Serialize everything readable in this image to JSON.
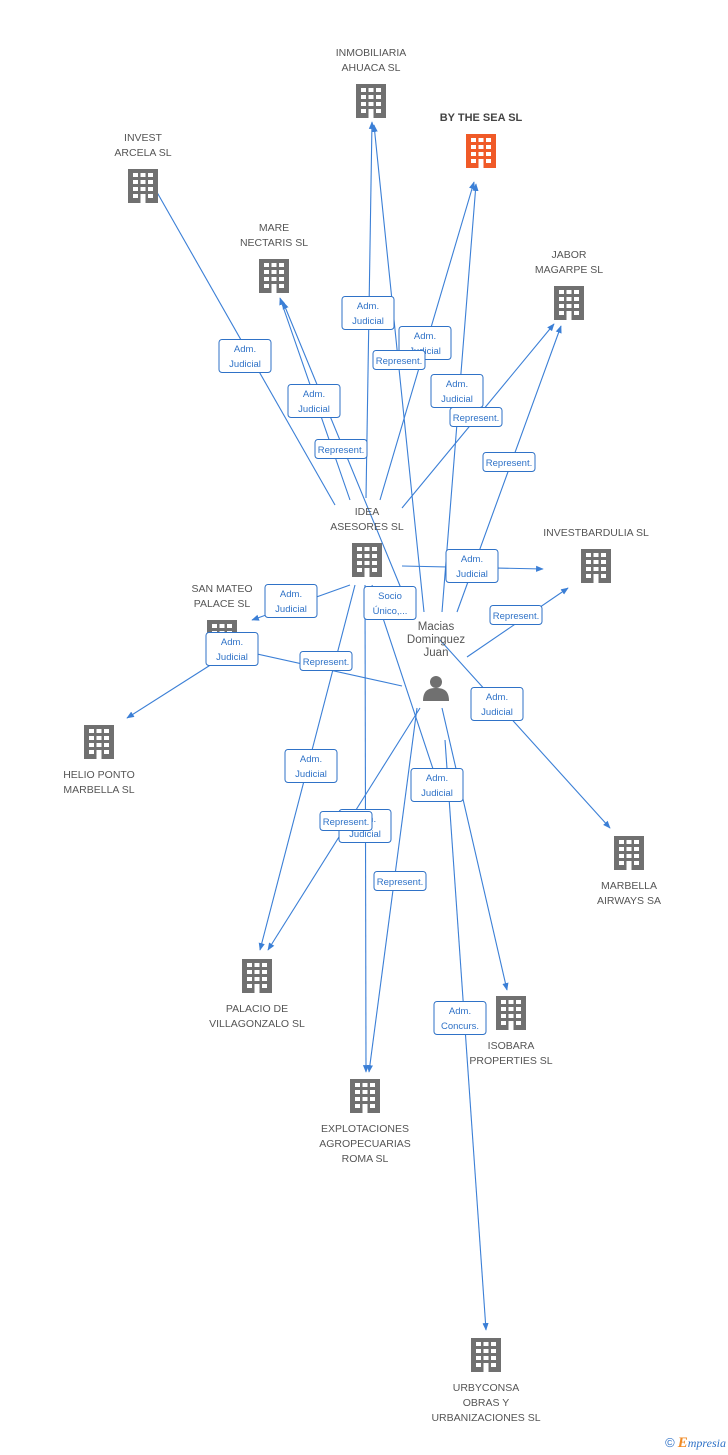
{
  "colors": {
    "edge": "#3b7fd6",
    "company": "#707070",
    "focus": "#f05a28",
    "person": "#707070"
  },
  "nodes": [
    {
      "id": "inmobiliaria",
      "label": [
        "INMOBILIARIA",
        "AHUACA SL"
      ],
      "icon": "building-icon"
    },
    {
      "id": "bythesea",
      "label": [
        "BY THE SEA SL"
      ],
      "icon": "building-icon",
      "focus": true
    },
    {
      "id": "invest",
      "label": [
        "INVEST",
        "ARCELA SL"
      ],
      "icon": "building-icon"
    },
    {
      "id": "mare",
      "label": [
        "MARE",
        "NECTARIS SL"
      ],
      "icon": "building-icon"
    },
    {
      "id": "jabor",
      "label": [
        "JABOR",
        "MAGARPE SL"
      ],
      "icon": "building-icon"
    },
    {
      "id": "idea",
      "label": [
        "IDEA",
        "ASESORES SL"
      ],
      "icon": "building-icon"
    },
    {
      "id": "investbardulia",
      "label": [
        "INVESTBARDULIA SL"
      ],
      "icon": "building-icon"
    },
    {
      "id": "sanmateo",
      "label": [
        "SAN MATEO",
        "PALACE SL"
      ],
      "icon": "building-icon"
    },
    {
      "id": "helio",
      "label": [
        "HELIO PONTO",
        "MARBELLA SL"
      ],
      "icon": "building-icon"
    },
    {
      "id": "marbella",
      "label": [
        "MARBELLA",
        "AIRWAYS SA"
      ],
      "icon": "building-icon"
    },
    {
      "id": "palacio",
      "label": [
        "PALACIO DE",
        "VILLAGONZALO SL"
      ],
      "icon": "building-icon"
    },
    {
      "id": "isobara",
      "label": [
        "ISOBARA",
        "PROPERTIES SL"
      ],
      "icon": "building-icon"
    },
    {
      "id": "explotaciones",
      "label": [
        "EXPLOTACIONES",
        "AGROPECUARIAS",
        "ROMA SL"
      ],
      "icon": "building-icon"
    },
    {
      "id": "urbyconsa",
      "label": [
        "URBYCONSA",
        "OBRAS Y",
        "URBANIZACIONES SL"
      ],
      "icon": "building-icon"
    }
  ],
  "person": {
    "id": "macias",
    "label": [
      "Macias",
      "Dominguez",
      "Juan"
    ],
    "icon": "person-icon"
  },
  "relations": [
    {
      "lines": [
        "Adm.",
        "Judicial"
      ]
    },
    {
      "lines": [
        "Represent."
      ]
    },
    {
      "lines": [
        "Adm.",
        "Judicial"
      ]
    },
    {
      "lines": [
        "Adm.",
        "Judicial"
      ]
    },
    {
      "lines": [
        "Represent."
      ]
    },
    {
      "lines": [
        "Adm.",
        "Judicial"
      ]
    },
    {
      "lines": [
        "Adm.",
        "Judicial"
      ]
    },
    {
      "lines": [
        "Represent."
      ]
    },
    {
      "lines": [
        "Represent."
      ]
    },
    {
      "lines": [
        "Adm.",
        "Judicial"
      ]
    },
    {
      "lines": [
        "Adm.",
        "Judicial"
      ]
    },
    {
      "lines": [
        "Socio",
        "Único,..."
      ]
    },
    {
      "lines": [
        "Represent."
      ]
    },
    {
      "lines": [
        "Adm.",
        "Judicial"
      ]
    },
    {
      "lines": [
        "Represent."
      ]
    },
    {
      "lines": [
        "Adm.",
        "Judicial"
      ]
    },
    {
      "lines": [
        "Adm.",
        "Judicial"
      ]
    },
    {
      "lines": [
        "Adm.",
        "Judicial"
      ]
    },
    {
      "lines": [
        "Adm.",
        "Judicial"
      ]
    },
    {
      "lines": [
        "Represent."
      ]
    },
    {
      "lines": [
        "Represent."
      ]
    },
    {
      "lines": [
        "Adm.",
        "Concurs."
      ]
    }
  ],
  "footer": {
    "copyright": "©",
    "brand_initial": "E",
    "brand_rest": "mpresia"
  }
}
